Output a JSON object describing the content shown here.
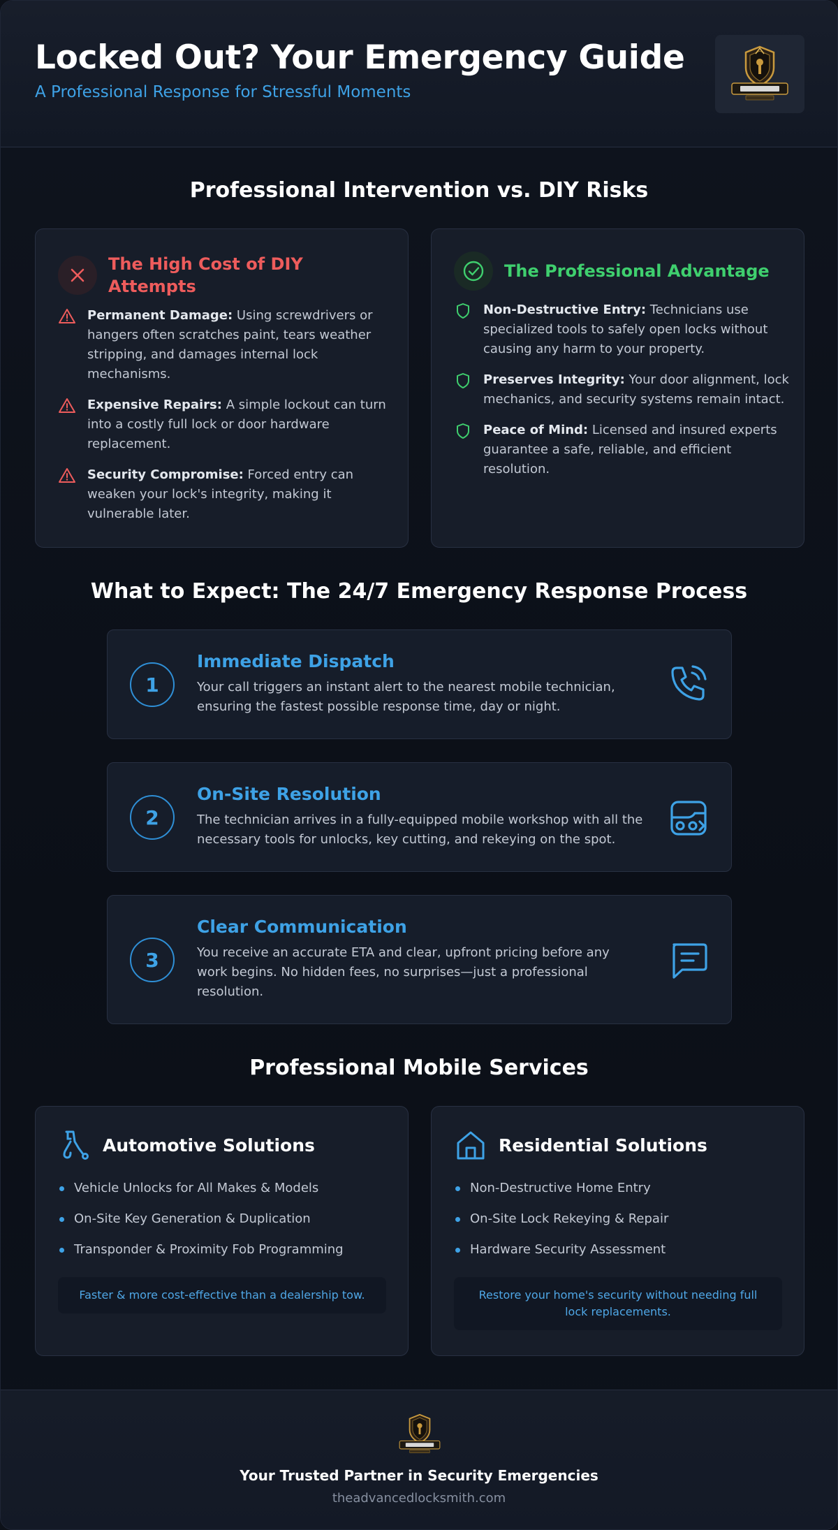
{
  "header": {
    "title": "Locked Out? Your Emergency Guide",
    "subtitle": "A Professional Response for Stressful Moments",
    "logo_icon": "locksmith-shield-logo"
  },
  "comparison": {
    "title": "Professional Intervention vs. DIY Risks",
    "diy": {
      "heading": "The High Cost of DIY Attempts",
      "icon": "x-icon",
      "color": "#ee5c5c",
      "items": [
        {
          "label": "Permanent Damage:",
          "text": " Using screwdrivers or hangers often scratches paint, tears weather stripping, and damages internal lock mechanisms."
        },
        {
          "label": "Expensive Repairs:",
          "text": " A simple lockout can turn into a costly full lock or door hardware replacement."
        },
        {
          "label": "Security Compromise:",
          "text": " Forced entry can weaken your lock's integrity, making it vulnerable later."
        }
      ]
    },
    "pro": {
      "heading": "The Professional Advantage",
      "icon": "check-circle-icon",
      "color": "#3fcf6e",
      "items": [
        {
          "label": "Non-Destructive Entry:",
          "text": " Technicians use specialized tools to safely open locks without causing any harm to your property."
        },
        {
          "label": "Preserves Integrity:",
          "text": " Your door alignment, lock mechanics, and security systems remain intact."
        },
        {
          "label": "Peace of Mind:",
          "text": " Licensed and insured experts guarantee a safe, reliable, and efficient resolution."
        }
      ]
    }
  },
  "process": {
    "title": "What to Expect: The 24/7 Emergency Response Process",
    "steps": [
      {
        "number": "1",
        "title": "Immediate Dispatch",
        "desc": "Your call triggers an instant alert to the nearest mobile technician, ensuring the fastest possible response time, day or night.",
        "icon": "phone-ringing-icon"
      },
      {
        "number": "2",
        "title": "On-Site Resolution",
        "desc": "The technician arrives in a fully-equipped mobile workshop with all the necessary tools for unlocks, key cutting, and rekeying on the spot.",
        "icon": "mobile-workshop-icon"
      },
      {
        "number": "3",
        "title": "Clear Communication",
        "desc": "You receive an accurate ETA and clear, upfront pricing before any work begins. No hidden fees, no surprises—just a professional resolution.",
        "icon": "message-icon"
      }
    ]
  },
  "services": {
    "title": "Professional Mobile Services",
    "automotive": {
      "title": "Automotive Solutions",
      "icon": "car-key-icon",
      "items": [
        "Vehicle Unlocks for All Makes & Models",
        "On-Site Key Generation & Duplication",
        "Transponder & Proximity Fob Programming"
      ],
      "note": "Faster & more cost-effective than a dealership tow."
    },
    "residential": {
      "title": "Residential Solutions",
      "icon": "house-icon",
      "items": [
        "Non-Destructive Home Entry",
        "On-Site Lock Rekeying & Repair",
        "Hardware Security Assessment"
      ],
      "note": "Restore your home's security without needing full lock replacements."
    }
  },
  "footer": {
    "tagline": "Your Trusted Partner in Security Emergencies",
    "url": "theadvancedlocksmith.com"
  },
  "colors": {
    "accent": "#3ea2e6",
    "danger": "#ee5c5c",
    "success": "#3fcf6e"
  }
}
